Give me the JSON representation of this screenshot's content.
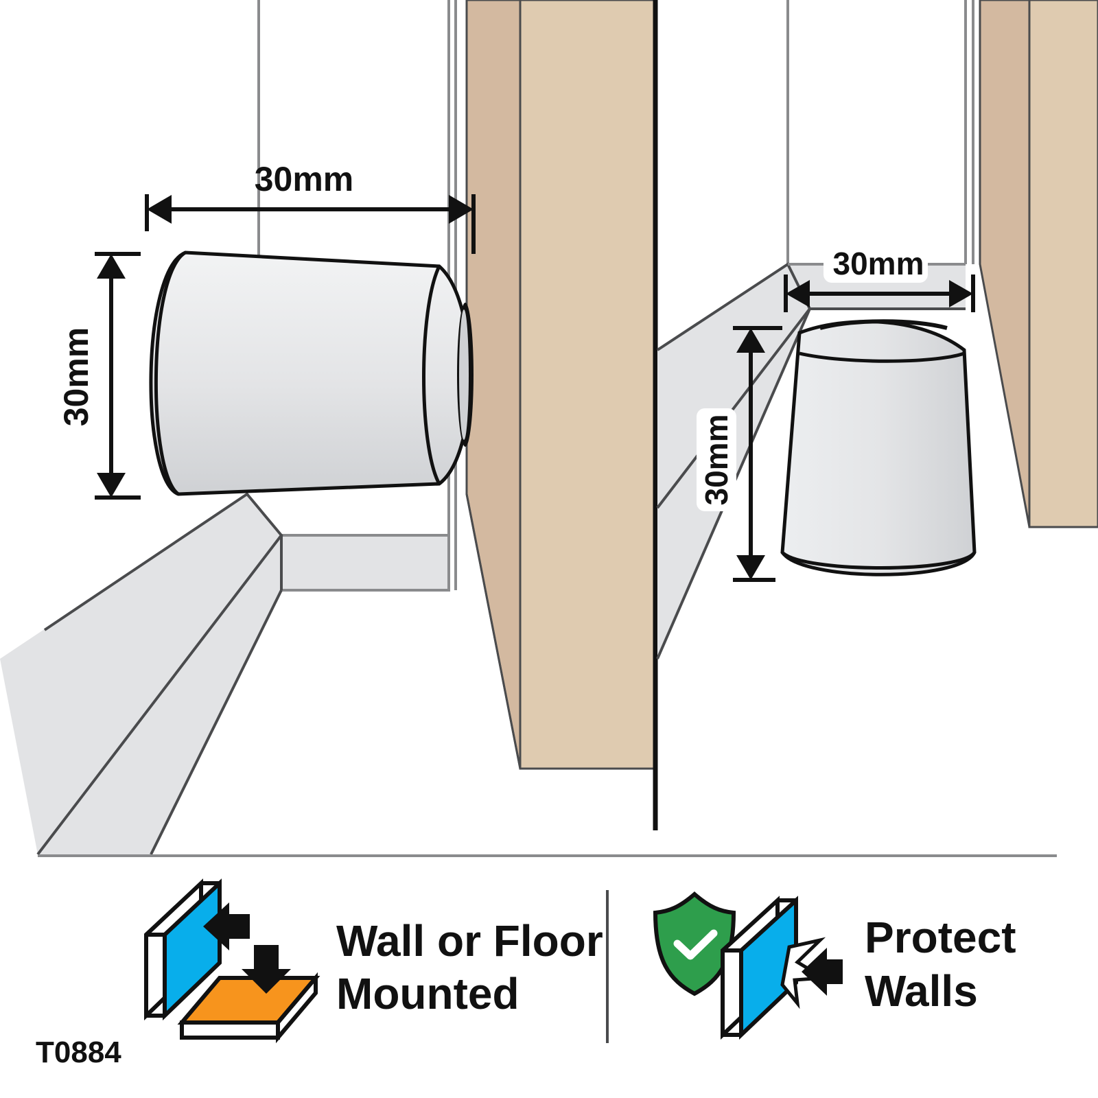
{
  "product_code": "T0884",
  "left_panel": {
    "dim_width": "30mm",
    "dim_height": "30mm"
  },
  "right_panel": {
    "dim_width": "30mm",
    "dim_height": "30mm"
  },
  "features": [
    {
      "line1": "Wall or Floor",
      "line2": "Mounted",
      "icon": "wall-floor-mount-icon"
    },
    {
      "line1": "Protect",
      "line2": "Walls",
      "icon": "protect-walls-icon"
    }
  ],
  "colors": {
    "wood": "#DFCBB0",
    "wood_shade": "#D3B9A0",
    "grey_fill": "#E2E3E5",
    "outline": "#111111",
    "blue": "#08AEEB",
    "orange": "#F7941D",
    "green": "#2E9E4C"
  }
}
